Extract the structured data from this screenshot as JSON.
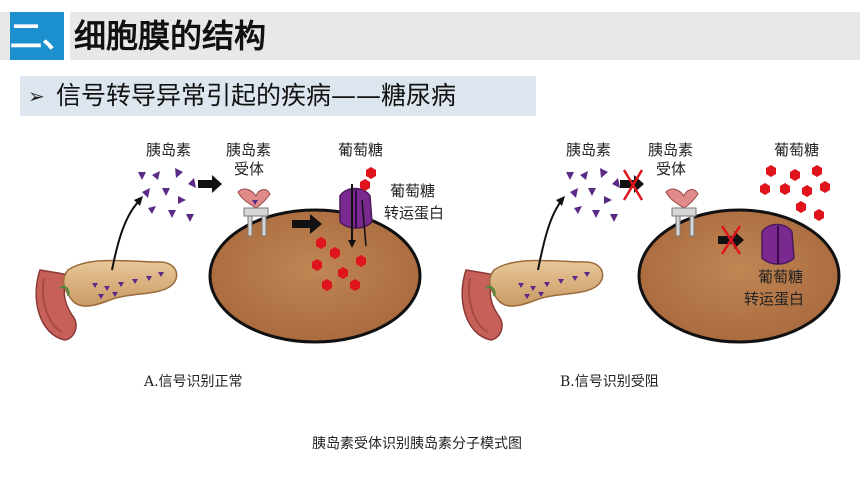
{
  "header": {
    "section_num": "二、",
    "title": "细胞膜的结构"
  },
  "subheader": {
    "bullet": "➢",
    "text": "信号转导异常引起的疾病——糖尿病"
  },
  "panel_a": {
    "insulin": "胰岛素",
    "receptor_line1": "胰岛素",
    "receptor_line2": "受体",
    "glucose": "葡萄糖",
    "transporter_line1": "葡萄糖",
    "transporter_line2": "转运蛋白",
    "caption": "A.信号识别正常"
  },
  "panel_b": {
    "insulin": "胰岛素",
    "receptor_line1": "胰岛素",
    "receptor_line2": "受体",
    "glucose": "葡萄糖",
    "transporter_line1": "葡萄糖",
    "transporter_line2": "转运蛋白",
    "caption": "B.信号识别受阻"
  },
  "figure_caption": "胰岛素受体识别胰岛素分子模式图",
  "colors": {
    "accent": "#1c8fce",
    "cell": "#b87a4a",
    "insulin": "#5a2a86",
    "glucose": "#e0141c",
    "block": "#e0141c"
  }
}
